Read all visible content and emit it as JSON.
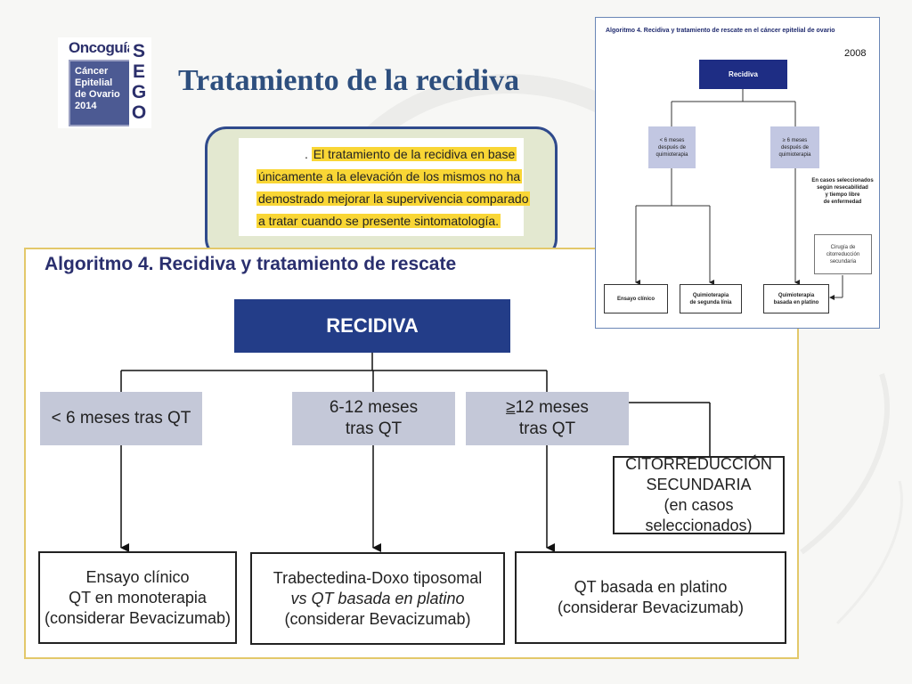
{
  "logo": {
    "brand": "Oncoguía",
    "lines": [
      "Cáncer",
      "Epitelial",
      "de Ovario",
      "2014"
    ],
    "sego_letters": [
      "S",
      "E",
      "G",
      "O"
    ]
  },
  "slide_title": "Tratamiento de la recidiva",
  "excerpt": {
    "prefix": ". ",
    "lines": [
      "El tratamiento de la recidiva en base",
      "únicamente a la elevación de los mismos no ha",
      "demostrado mejorar la supervivencia comparado",
      "a tratar cuando se presente sintomatología."
    ]
  },
  "algorithm": {
    "title": "Algoritmo 4. Recidiva y tratamiento de rescate",
    "root": "RECIDIVA",
    "branches": [
      {
        "line1": "< 6 meses tras QT",
        "line2": ""
      },
      {
        "line1": "6-12 meses",
        "line2": "tras QT"
      },
      {
        "line1_prefix": "≥",
        "line1": "12 meses",
        "line2": "tras QT"
      }
    ],
    "citorreduccion": [
      "CITORREDUCCIÓN",
      "SECUNDARIA",
      "(en casos seleccionados)"
    ],
    "outcomes": [
      [
        "Ensayo clínico",
        "QT en monoterapia",
        "(considerar Bevacizumab)"
      ],
      [
        "Trabectedina-Doxo tiposomal",
        "vs QT basada en platino",
        "(considerar Bevacizumab)"
      ],
      [
        "QT basada en platino",
        "(considerar Bevacizumab)"
      ]
    ]
  },
  "reference_figure": {
    "title": "Algoritmo 4. Recidiva y tratamiento de rescate en el cáncer epitelial de ovario",
    "year": "2008",
    "root": "Recidiva",
    "branch_left": [
      "< 6 meses",
      "después de",
      "quimioterapia"
    ],
    "branch_right": [
      "≥ 6 meses",
      "después de",
      "quimioterapia"
    ],
    "note": [
      "En casos seleccionados",
      "según resecabilidad",
      "y tiempo libre",
      "de enfermedad"
    ],
    "surgery": [
      "Cirugía de",
      "citorreducción",
      "secundaria"
    ],
    "outcomes": [
      [
        "Ensayo clínico"
      ],
      [
        "Quimioterapia",
        "de segunda línia"
      ],
      [
        "Quimioterapia",
        "basada en platino"
      ]
    ]
  },
  "colors": {
    "title_blue": "#2e4f7e",
    "root_navy": "#233d88",
    "branch_grey": "#c4c8d8",
    "highlight_yellow": "#f9d635",
    "panel_green": "#e3e8d0"
  }
}
